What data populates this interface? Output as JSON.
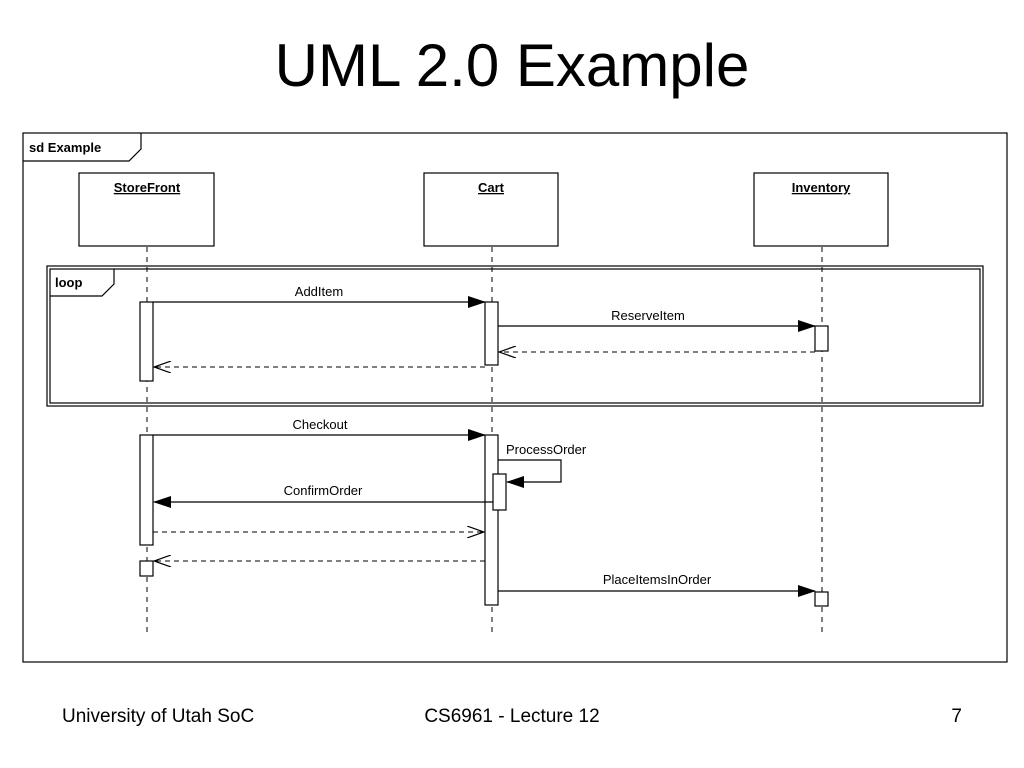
{
  "title": "UML 2.0 Example",
  "diagram": {
    "frame_label": "sd Example",
    "loop_label": "loop",
    "lifelines": [
      {
        "name": "StoreFront"
      },
      {
        "name": "Cart"
      },
      {
        "name": "Inventory"
      }
    ],
    "messages": [
      {
        "label": "AddItem",
        "from": "StoreFront",
        "to": "Cart",
        "kind": "sync"
      },
      {
        "label": "ReserveItem",
        "from": "Cart",
        "to": "Inventory",
        "kind": "sync"
      },
      {
        "label": "",
        "from": "Inventory",
        "to": "Cart",
        "kind": "return"
      },
      {
        "label": "",
        "from": "Cart",
        "to": "StoreFront",
        "kind": "return"
      },
      {
        "label": "Checkout",
        "from": "StoreFront",
        "to": "Cart",
        "kind": "sync"
      },
      {
        "label": "ProcessOrder",
        "from": "Cart",
        "to": "Cart",
        "kind": "self"
      },
      {
        "label": "ConfirmOrder",
        "from": "Cart",
        "to": "StoreFront",
        "kind": "sync"
      },
      {
        "label": "",
        "from": "StoreFront",
        "to": "Cart",
        "kind": "return"
      },
      {
        "label": "",
        "from": "Cart",
        "to": "StoreFront",
        "kind": "return"
      },
      {
        "label": "PlaceItemsInOrder",
        "from": "Cart",
        "to": "Inventory",
        "kind": "sync"
      }
    ]
  },
  "footer": {
    "left": "University of Utah SoC",
    "center": "CS6961 - Lecture 12",
    "right": "7"
  }
}
